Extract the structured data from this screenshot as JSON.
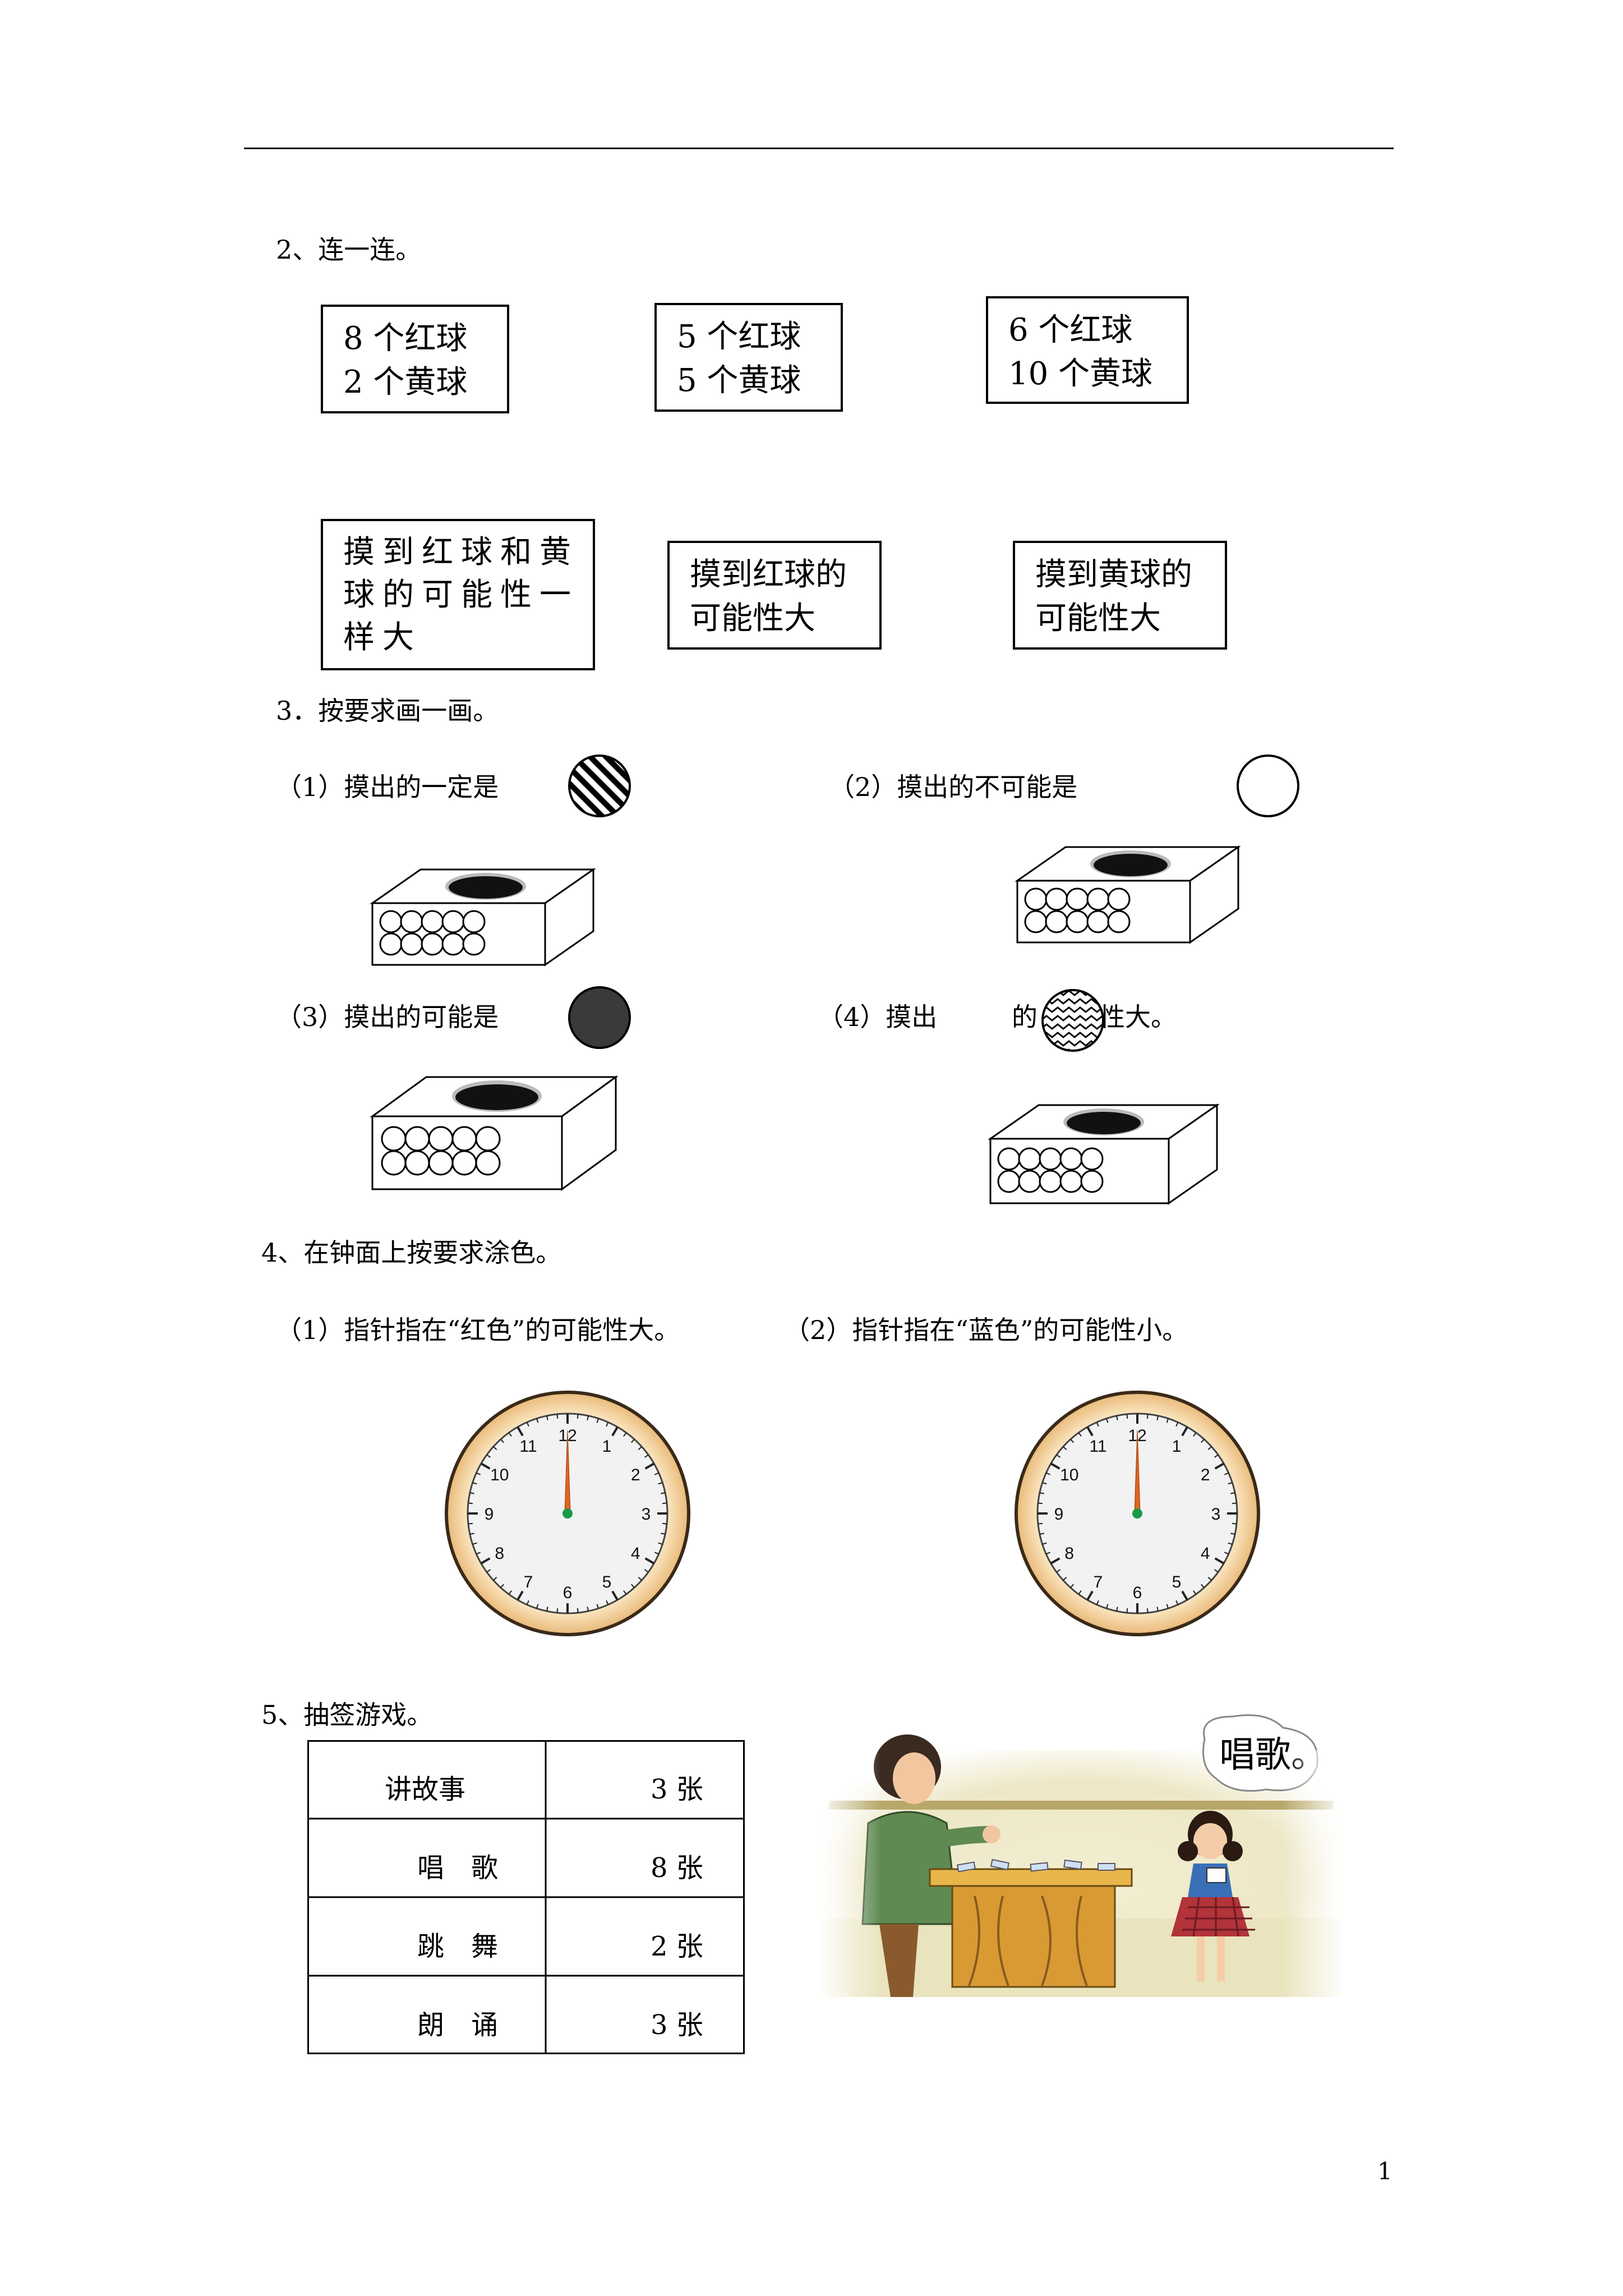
{
  "q2": {
    "title": "2、连一连。",
    "top_boxes": [
      {
        "line1": "8 个红球",
        "line2": "2 个黄球"
      },
      {
        "line1": "5 个红球",
        "line2": "5 个黄球"
      },
      {
        "line1": "6 个红球",
        "line2": "10 个黄球"
      }
    ],
    "bottom_boxes": [
      {
        "line1": "摸到红球和黄",
        "line2": "球的可能性一",
        "line3": "样大"
      },
      {
        "line1": "摸到红球的",
        "line2": "可能性大"
      },
      {
        "line1": "摸到黄球的",
        "line2": "可能性大"
      }
    ]
  },
  "q3": {
    "title": "3．按要求画一画。",
    "items": [
      {
        "label": "（1）摸出的一定是",
        "ball": "striped-ball-icon"
      },
      {
        "label": "（2）摸出的不可能是",
        "ball": "white-ball-icon"
      },
      {
        "label": "（3）摸出的可能是",
        "ball": "black-ball-icon"
      },
      {
        "label_pre": "（4）摸出",
        "label_mid": "的",
        "label_post": "性大。",
        "ball": "zigzag-ball-icon"
      }
    ]
  },
  "q4": {
    "title": "4、在钟面上按要求涂色。",
    "sub1": "（1）指针指在“红色”的可能性大。",
    "sub2": "（2）指针指在“蓝色”的可能性小。",
    "clock_numbers": [
      "12",
      "1",
      "2",
      "3",
      "4",
      "5",
      "6",
      "7",
      "8",
      "9",
      "10",
      "11"
    ]
  },
  "q5": {
    "title": "5、抽签游戏。",
    "rows": [
      {
        "name": "讲故事",
        "count": "3 张"
      },
      {
        "name": "唱　歌",
        "count": "8 张"
      },
      {
        "name": "跳　舞",
        "count": "2 张"
      },
      {
        "name": "朗　诵",
        "count": "3 张"
      }
    ],
    "speech": "唱歌。"
  },
  "page_number": "1"
}
